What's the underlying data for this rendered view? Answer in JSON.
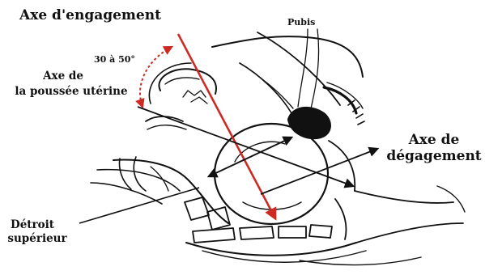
{
  "labels": {
    "axe_engagement": "Axe d'engagement",
    "pubis": "Pubis",
    "angle": "30 à 50°",
    "axe_poussee_line1": "Axe de",
    "axe_poussee_line2": "la poussée utérine",
    "axe_degagement_line1": "Axe de",
    "axe_degagement_line2": "dégagement",
    "detroit_line1": "Détroit",
    "detroit_line2": "supérieur"
  },
  "colors": {
    "engagement_axis": "#cc2a22",
    "ink": "#111111",
    "background": "#ffffff"
  }
}
